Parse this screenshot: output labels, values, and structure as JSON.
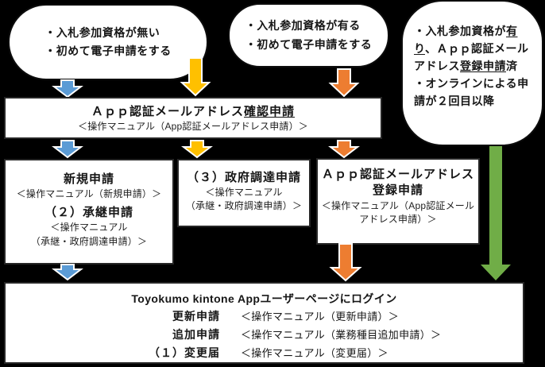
{
  "colors": {
    "blue": "#5B9BD5",
    "gold": "#FFC000",
    "orange": "#ED7D31",
    "green": "#70AD47",
    "background": "#000000",
    "shape_fill": "#FFFFFF"
  },
  "bubble_no_qual": {
    "lines": [
      "・入札参加資格が無い",
      "・初めて電子申請をする"
    ]
  },
  "bubble_has_qual": {
    "lines": [
      "・入札参加資格が有る",
      "・初めて電子申請をする"
    ]
  },
  "bubble_registered": {
    "lines": [
      {
        "segs": [
          {
            "t": "・入札参加資格が",
            "u": false
          },
          {
            "t": "有",
            "u": true
          }
        ]
      },
      {
        "segs": [
          {
            "t": "り",
            "u": true
          },
          {
            "t": "、Ａｐｐ認証メール",
            "u": false
          }
        ]
      },
      {
        "segs": [
          {
            "t": "アドレス",
            "u": false
          },
          {
            "t": "登録申請",
            "u": true
          },
          {
            "t": "済",
            "u": false
          }
        ]
      },
      {
        "segs": [
          {
            "t": "・オンラインによる申",
            "u": false
          }
        ]
      },
      {
        "segs": [
          {
            "t": "請が２回目以降",
            "u": false
          }
        ]
      }
    ]
  },
  "confirm_box": {
    "title_segs": [
      {
        "t": "Ａｐｐ認証メールアドレス",
        "u": false
      },
      {
        "t": "確認申請",
        "u": true
      }
    ],
    "manual": "＜操作マニュアル（App認証メールアドレス申請）＞"
  },
  "new_box": {
    "title1": "新規申請",
    "manual1": "＜操作マニュアル（新規申請）＞",
    "title2": "（２）承継申請",
    "manual2_line1": "＜操作マニュアル",
    "manual2_line2": "（承継・政府調達申請）＞"
  },
  "gov_box": {
    "title": "（３）政府調達申請",
    "manual_line1": "＜操作マニュアル",
    "manual_line2": "（承継・政府調達申請）＞"
  },
  "register_box": {
    "title_line1": "Ａｐｐ認証メールアドレス",
    "title_line2": "登録申請",
    "manual_line1": "＜操作マニュアル（App認証メール",
    "manual_line2": "アドレス申請）＞"
  },
  "login_box": {
    "title": "Toyokumo kintone Appユーザーページにログイン",
    "rows": [
      {
        "label": "更新申請",
        "manual": "＜操作マニュアル（更新申請）＞"
      },
      {
        "label": "追加申請",
        "manual": "＜操作マニュアル（業務種目追加申請）＞"
      },
      {
        "label": "（１）変更届",
        "manual": "＜操作マニュアル（変更届）＞"
      }
    ]
  }
}
